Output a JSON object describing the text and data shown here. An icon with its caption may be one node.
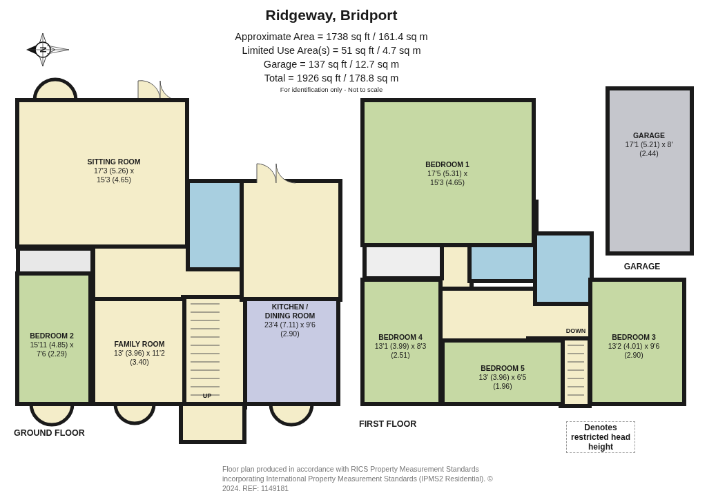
{
  "diagram": {
    "title": "Ridgeway, Bridport",
    "nodes": [
      {
        "text": [
          "SITTING ROOM",
          "17'3 (5.26) x 15'3 (4.65)"
        ]
      },
      {
        "text": [
          "BEDROOM 2",
          "15'11 (4.85) x 7'6 (2.29)"
        ]
      },
      {
        "text": [
          "FAMILY ROOM",
          "13' (3.96) x 11'2 (3.40)"
        ]
      },
      {
        "text": [
          "KITCHEN / DINING ROOM",
          "23'4 (7.11) x 9'6 (2.90)"
        ]
      },
      {
        "text": [
          "BEDROOM 1",
          "17'5 (5.31) x 15'3 (4.65)"
        ]
      },
      {
        "text": [
          "GARAGE",
          "17'1 (5.21) x 8' (2.44)"
        ]
      },
      {
        "text": [
          "BEDROOM 4",
          "13'1 (3.99) x 8'3 (2.51)"
        ]
      },
      {
        "text": [
          "BEDROOM 5",
          "13' (3.96) x 6'5 (1.96)"
        ]
      },
      {
        "text": [
          "BEDROOM 3",
          "13'2 (4.01) x 9'6 (2.90)"
        ]
      }
    ],
    "labels": [
      "N",
      "Approximate Area = 1738 sq ft / 161.4 sq m",
      "Limited Use Area(s) = 51 sq ft / 4.7 sq m",
      "Garage = 137 sq ft / 12.7 sq m",
      "Total = 1926 sq ft / 178.8 sq m",
      "For identification only - Not to scale",
      "GARAGE",
      "UP",
      "DOWN",
      "GROUND FLOOR",
      "FIRST FLOOR",
      "Floor plan produced in accordance with RICS Property Measurement Standards incorporating International Property Measurement Standards (IPMS2 Residential). © 2024. REF: 1149181"
    ],
    "legend": [
      {
        "text": "Denotes restricted head height"
      }
    ]
  }
}
